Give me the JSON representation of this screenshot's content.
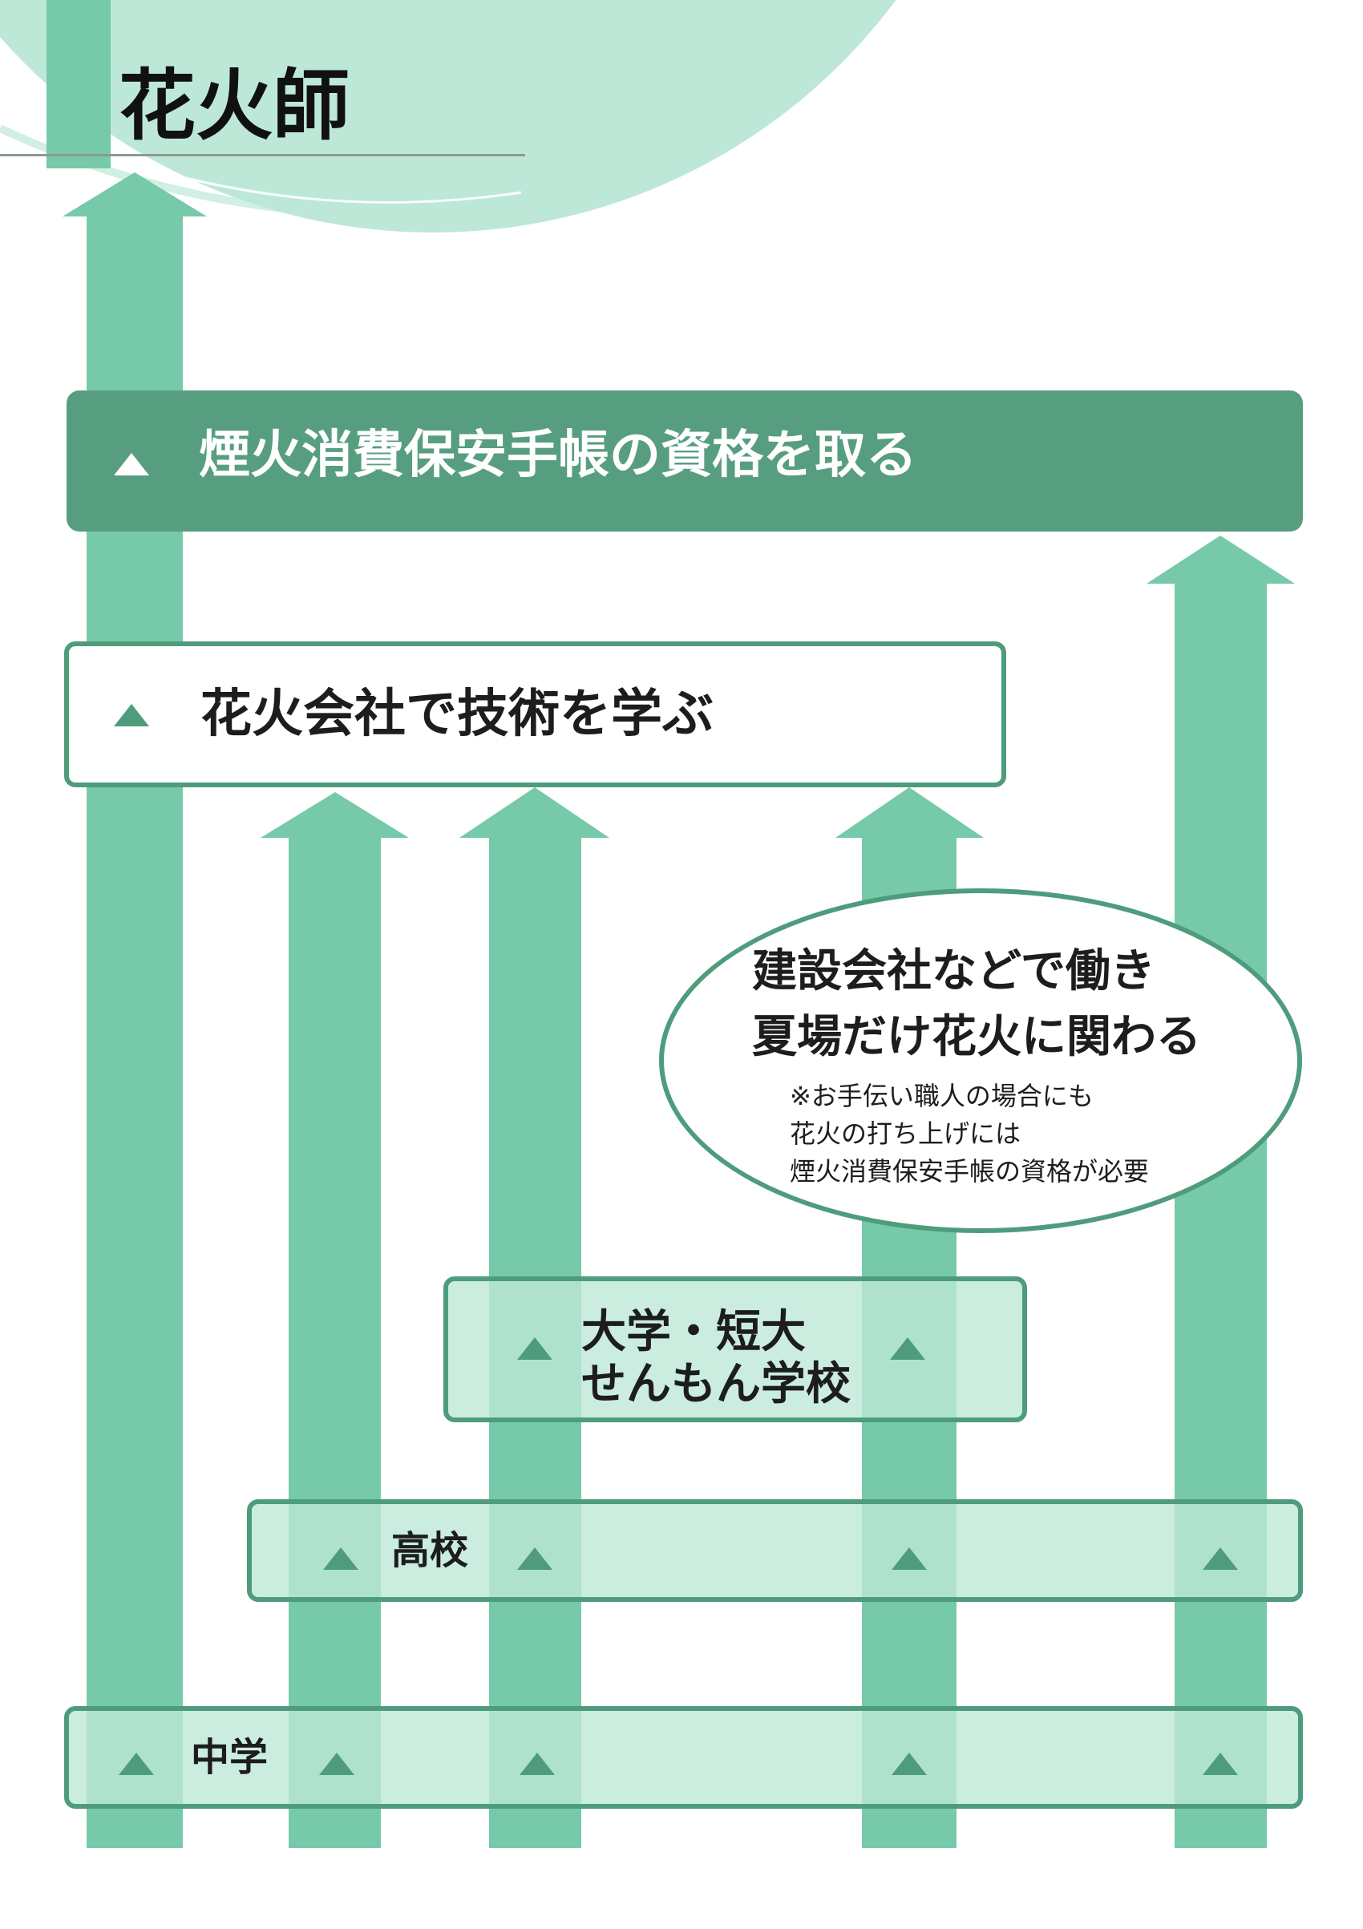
{
  "title": "花火師",
  "steps": {
    "license": "煙火消費保安手帳の資格を取る",
    "company": "花火会社で技術を学ぶ",
    "construction_line1": "建設会社などで働き",
    "construction_line2": "夏場だけ花火に関わる",
    "note_line1": "※お手伝い職人の場合にも",
    "note_line2": "花火の打ち上げには",
    "note_line3": "煙火消費保安手帳の資格が必要",
    "college_line1": "大学・短大",
    "college_line2": "せんもん学校",
    "high_school": "高校",
    "junior_high": "中学"
  },
  "colors": {
    "header_circle": "#bde8d8",
    "arrow": "#76c9a9",
    "dark_box": "#579e80",
    "border": "#4e9c7c",
    "light_box": "rgba(189,232,216,0.8)",
    "marker_light": "#ffffff",
    "marker_dark": "#4e9c7c"
  }
}
